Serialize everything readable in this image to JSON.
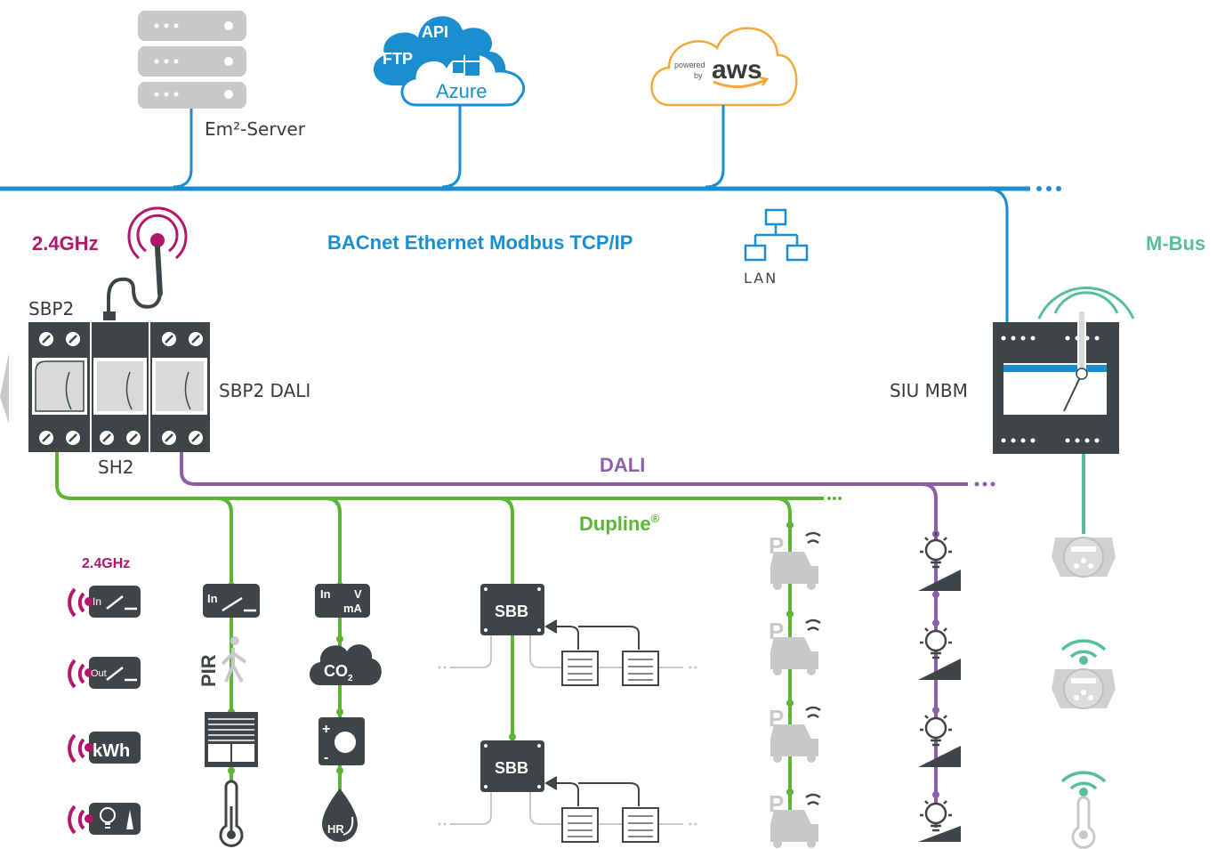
{
  "labels": {
    "em2_server": "Em²-Server",
    "cloud_api": "API",
    "cloud_ftp": "FTP",
    "cloud_azure": "Azure",
    "aws_powered": "powered",
    "aws_by": "by",
    "aws_logo": "aws",
    "ghz_main": "2.4GHz",
    "network": "BACnet Ethernet Modbus TCP/IP",
    "lan": "LAN",
    "mbus": "M-Bus",
    "sbp2": "SBP2",
    "sbp2_dali": "SBP2 DALI",
    "sh2": "SH2",
    "siu_mbm": "SIU MBM",
    "dali": "DALI",
    "dupline": "Dupline",
    "dupline_reg": "®",
    "ghz_small": "2.4GHz",
    "wl_in": "In",
    "wl_out": "Out",
    "wl_kwh": "kWh",
    "mod_in": "In",
    "mod_in2": "In",
    "mod_v": "V",
    "mod_ma": "mA",
    "pir": "PIR",
    "co2": "CO",
    "co2_sub": "2",
    "hr": "HR",
    "plus": "+",
    "minus": "-",
    "sbb_1": "SBB",
    "sbb_2": "SBB",
    "parking_p": "P"
  },
  "colors": {
    "ethernet": "#1b8ed0",
    "dali": "#8e5ea8",
    "dupline": "#5db535",
    "mbus": "#56bf97",
    "wireless": "#b4166a",
    "device": "#3f4446",
    "grey": "#c8c8c8"
  },
  "icons": [
    "server-icon",
    "cloud-icon",
    "aws-cloud-icon",
    "antenna-icon",
    "lan-icon",
    "wireless-icon",
    "pir-icon",
    "co2-icon",
    "humidity-icon",
    "thermometer-icon",
    "car-icon",
    "lamp-icon",
    "meter-icon"
  ]
}
